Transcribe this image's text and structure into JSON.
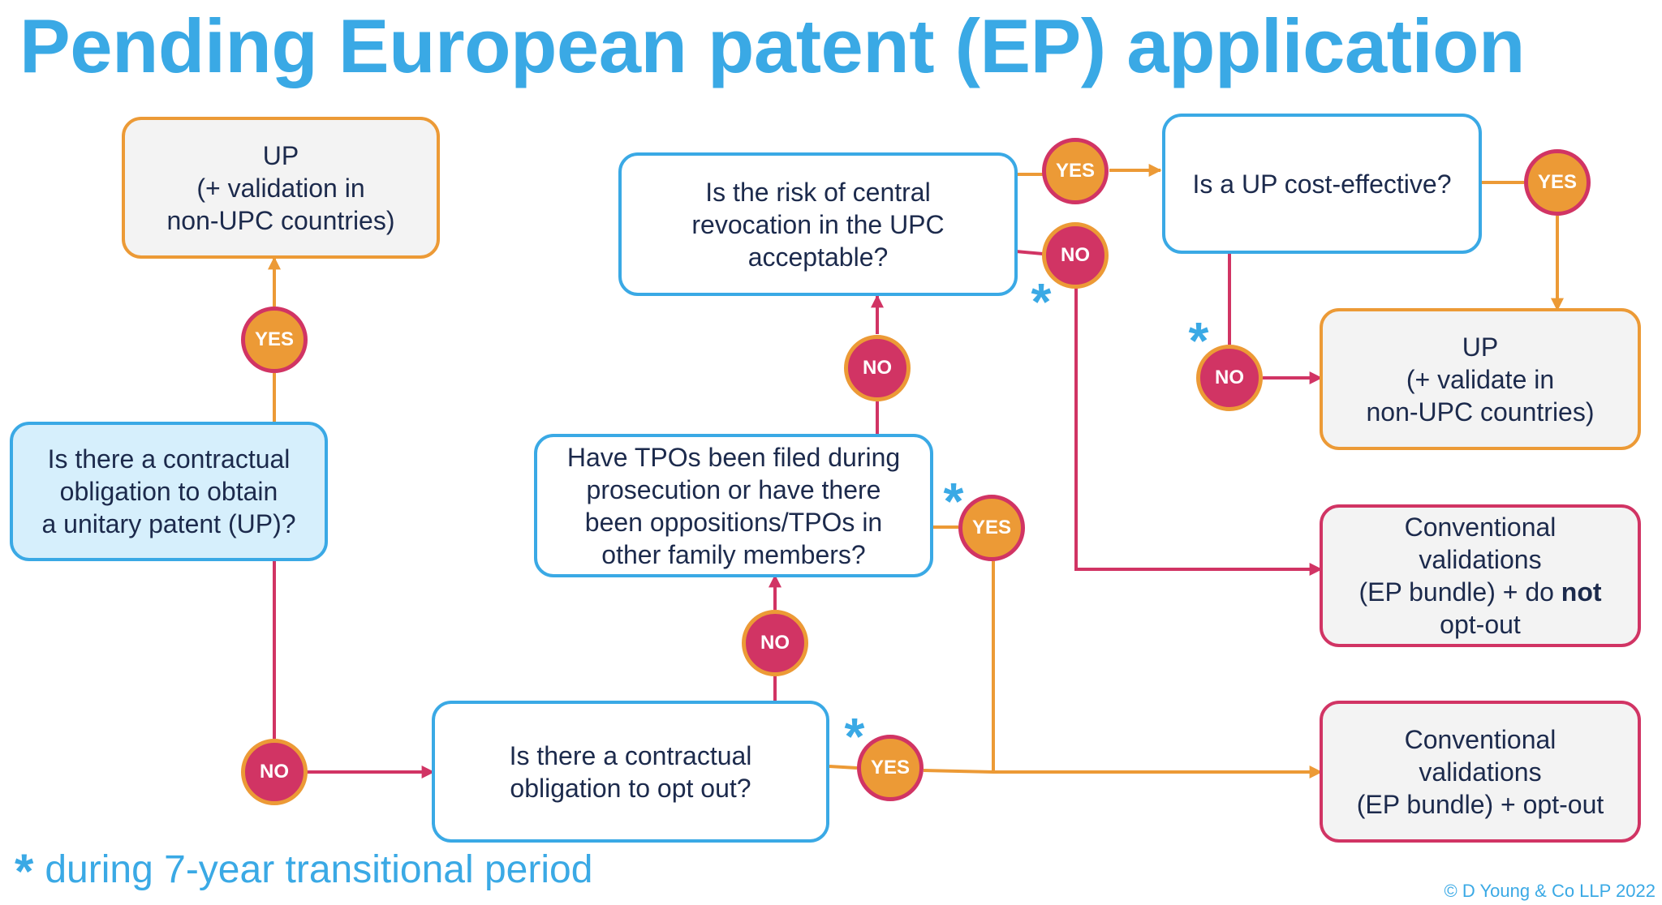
{
  "title": "Pending European patent (EP) application",
  "colors": {
    "title_blue": "#3aa9e5",
    "yes_orange": "#ec9a36",
    "no_crimson": "#d13464",
    "text_navy": "#1c2a4c",
    "start_fill": "#d6effc",
    "outcome_fill": "#f3f3f3"
  },
  "nodes": {
    "start_question": "Is there a contractual\nobligation to obtain\na unitary patent (UP)?",
    "up_outcome_top": "UP\n(+ validation in\nnon-UPC countries)",
    "optout_question": "Is there a contractual\nobligation to opt out?",
    "tpo_question": "Have TPOs been filed during\nprosecution or have there\nbeen oppositions/TPOs in\nother family members?",
    "revocation_question": "Is the risk of central\nrevocation in the UPC\nacceptable?",
    "cost_question": "Is a UP cost-effective?",
    "up_outcome_right": "UP\n(+ validate in\nnon-UPC countries)",
    "conv_no_optout_prefix": "Conventional\nvalidations\n(EP bundle) + do ",
    "conv_no_optout_bold": "not",
    "conv_no_optout_suffix": "\nopt-out",
    "conv_optout": "Conventional\nvalidations\n(EP bundle) + opt-out"
  },
  "badges": {
    "yes": "YES",
    "no": "NO"
  },
  "asterisk": "*",
  "footnote": "during 7-year transitional period",
  "copyright": "© D Young & Co LLP 2022"
}
